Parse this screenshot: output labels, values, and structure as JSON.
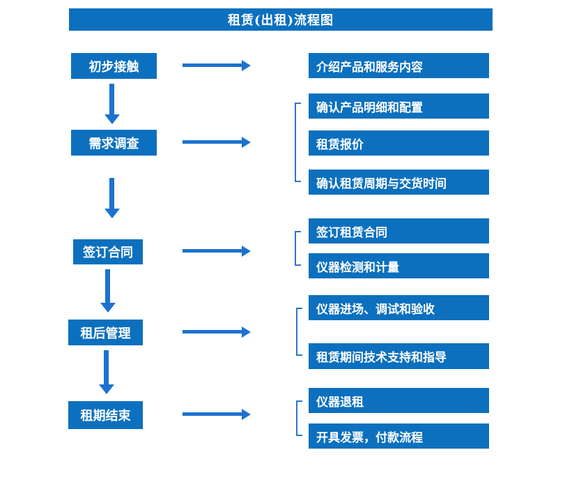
{
  "title": "租赁(出租)流程图",
  "colors": {
    "box_blue": "#0c70be",
    "arrow_blue": "#1b72d0",
    "bracket_blue": "#2b77cf",
    "text_white": "#ffffff"
  },
  "flow": {
    "steps": [
      {
        "label": "初步接触",
        "outputs": [
          "介绍产品和服务内容"
        ]
      },
      {
        "label": "需求调查",
        "outputs": [
          "确认产品明细和配置",
          "租赁报价",
          "确认租赁周期与交货时间"
        ]
      },
      {
        "label": "签订合同",
        "outputs": [
          "签订租赁合同",
          "仪器检测和计量"
        ]
      },
      {
        "label": "租后管理",
        "outputs": [
          "仪器进场、调试和验收",
          "租赁期间技术支持和指导"
        ]
      },
      {
        "label": "租期结束",
        "outputs": [
          "仪器退租",
          "开具发票，付款流程"
        ]
      }
    ]
  }
}
